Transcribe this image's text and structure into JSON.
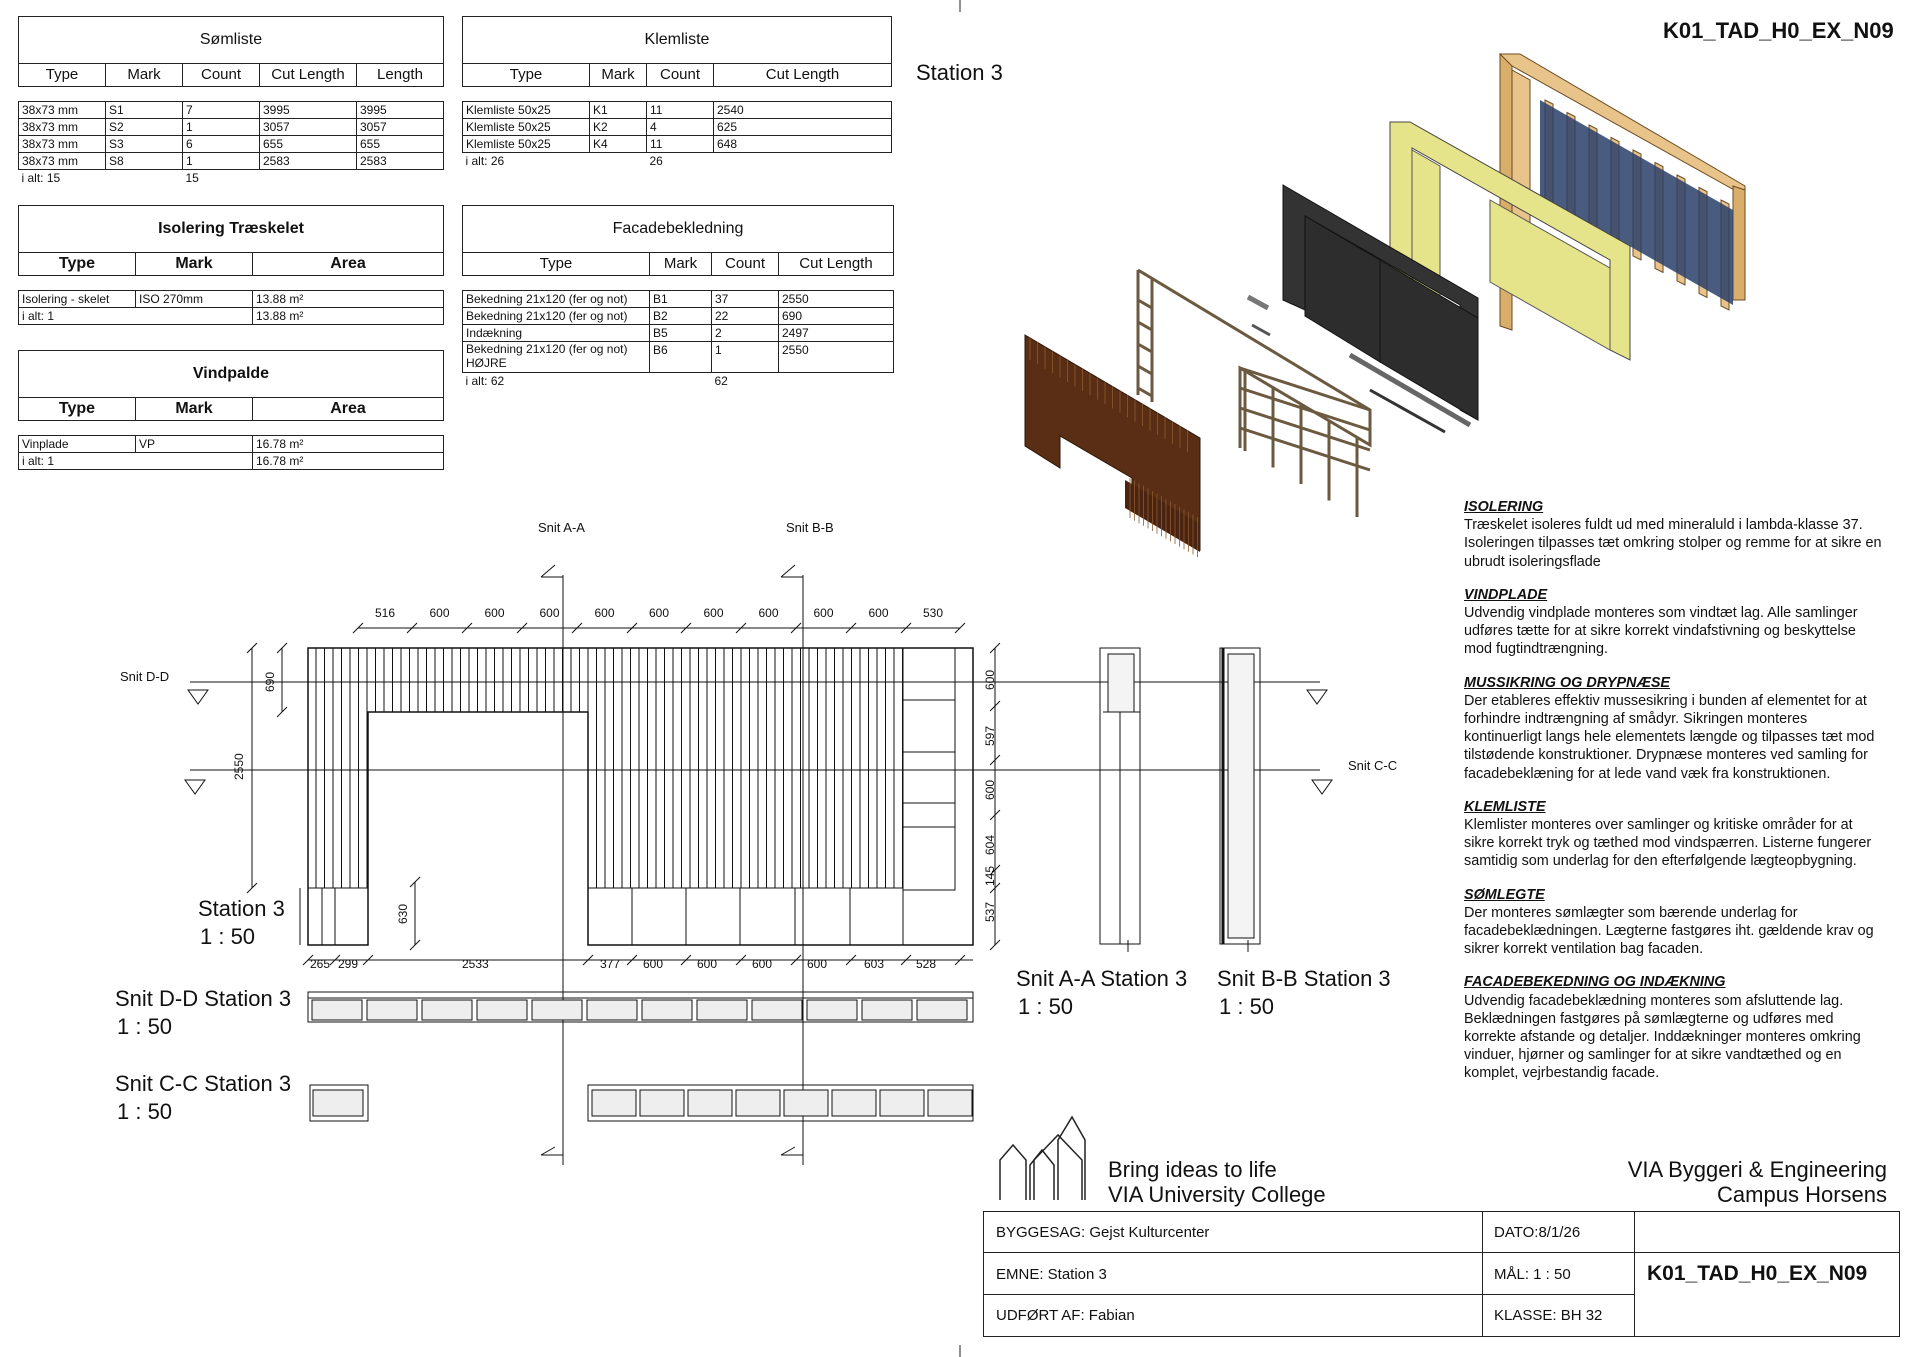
{
  "sheet": {
    "code_top": "K01_TAD_H0_EX_N09",
    "station_label": "Station 3"
  },
  "schedules": {
    "somliste": {
      "title": "Sømliste",
      "headers": [
        "Type",
        "Mark",
        "Count",
        "Cut Length",
        "Length"
      ],
      "rows": [
        [
          "38x73 mm",
          "S1",
          "7",
          "3995",
          "3995"
        ],
        [
          "38x73 mm",
          "S2",
          "1",
          "3057",
          "3057"
        ],
        [
          "38x73 mm",
          "S3",
          "6",
          "655",
          "655"
        ],
        [
          "38x73 mm",
          "S8",
          "1",
          "2583",
          "2583"
        ]
      ],
      "total_label": "i alt: 15",
      "total_count": "15"
    },
    "klemliste": {
      "title": "Klemliste",
      "headers": [
        "Type",
        "Mark",
        "Count",
        "Cut Length"
      ],
      "rows": [
        [
          "Klemliste 50x25",
          "K1",
          "11",
          "2540"
        ],
        [
          "Klemliste 50x25",
          "K2",
          "4",
          "625"
        ],
        [
          "Klemliste 50x25",
          "K4",
          "11",
          "648"
        ]
      ],
      "total_label": "i alt: 26",
      "total_count": "26"
    },
    "isolering": {
      "title": "Isolering Træskelet",
      "headers": [
        "Type",
        "Mark",
        "Area"
      ],
      "rows": [
        [
          "Isolering - skelet",
          "ISO 270mm",
          "13.88 m²"
        ]
      ],
      "total_label": "i alt: 1",
      "total_area": "13.88 m²"
    },
    "vindpalde": {
      "title": "Vindpalde",
      "headers": [
        "Type",
        "Mark",
        "Area"
      ],
      "rows": [
        [
          "Vinplade",
          "VP",
          "16.78 m²"
        ]
      ],
      "total_label": "i alt: 1",
      "total_area": "16.78 m²"
    },
    "facade": {
      "title": "Facadebekledning",
      "headers": [
        "Type",
        "Mark",
        "Count",
        "Cut Length"
      ],
      "rows": [
        [
          "Bekedning 21x120 (fer og not)",
          "B1",
          "37",
          "2550"
        ],
        [
          "Bekedning 21x120 (fer og not)",
          "B2",
          "22",
          "690"
        ],
        [
          "Indækning",
          "B5",
          "2",
          "2497"
        ],
        [
          "Bekedning 21x120 (fer og not)",
          "B6",
          "1",
          "2550"
        ]
      ],
      "row4_extra": "HØJRE",
      "total_label": "i alt: 62",
      "total_count": "62"
    }
  },
  "drawing": {
    "elevation_title": "Station 3",
    "elevation_scale": "1 : 50",
    "section_dd_title": "Snit D-D Station 3",
    "section_dd_scale": "1 : 50",
    "section_cc_title": "Snit C-C Station 3",
    "section_cc_scale": "1 : 50",
    "section_aa_title": "Snit A-A Station 3",
    "section_aa_scale": "1 : 50",
    "section_bb_title": "Snit B-B Station 3",
    "section_bb_scale": "1 : 50",
    "cut_aa": "Snit A-A",
    "cut_bb": "Snit B-B",
    "cut_dd": "Snit D-D",
    "cut_cc": "Snit C-C",
    "dims_top": [
      "516",
      "600",
      "600",
      "600",
      "600",
      "600",
      "600",
      "600",
      "600",
      "600",
      "530"
    ],
    "dims_bottom": [
      "265",
      "299",
      "2533",
      "377",
      "600",
      "600",
      "600",
      "600",
      "603",
      "528"
    ],
    "dims_right": [
      "600",
      "597",
      "600",
      "604",
      "145",
      "537"
    ],
    "dim_left_total": "2550",
    "dim_left_top": "690",
    "dim_opening": "630"
  },
  "notes": [
    {
      "heading": "ISOLERING",
      "text": "Træskelet isoleres fuldt ud med mineraluld i lambda-klasse 37. Isoleringen tilpasses tæt omkring stolper og remme for at sikre en ubrudt isoleringsflade"
    },
    {
      "heading": "VINDPLADE",
      "text": "Udvendig vindplade monteres som vindtæt lag. Alle samlinger udføres tætte for at sikre korrekt vindafstivning og beskyttelse mod fugtindtrængning."
    },
    {
      "heading": "MUSSIKRING OG DRYPNÆSE",
      "text": "Der etableres effektiv mussesikring i bunden af elementet for at forhindre indtrængning af smådyr. Sikringen monteres kontinuerligt langs hele elementets længde og tilpasses tæt mod tilstødende konstruktioner. Drypnæse monteres ved samling for facadebeklæning for at lede vand væk fra konstruktionen."
    },
    {
      "heading": "KLEMLISTE",
      "text": "Klemlister monteres over samlinger og kritiske områder for at sikre korrekt tryk og tæthed mod vindspærren. Listerne fungerer samtidig som underlag for den efterfølgende lægteopbygning."
    },
    {
      "heading": "SØMLEGTE",
      "text": "Der monteres sømlægter som bærende underlag for facadebeklædningen. Lægterne fastgøres iht. gældende krav og sikrer korrekt ventilation bag facaden."
    },
    {
      "heading": "FACADEBEKEDNING OG INDÆKNING",
      "text": "Udvendig facadebeklædning monteres som afsluttende lag. Beklædningen fastgøres på sømlægterne og udføres med korrekte afstande og detaljer. Inddækninger monteres omkring vinduer, hjørner og samlinger for at sikre vandtæthed og en komplet, vejrbestandig facade."
    }
  ],
  "branding": {
    "slogan": "Bring ideas to life",
    "school": "VIA University College",
    "dept": "VIA Byggeri & Engineering",
    "campus": "Campus Horsens"
  },
  "title_block": {
    "byggesag": "BYGGESAG: Gejst Kulturcenter",
    "emne": "EMNE: Station 3",
    "udfort": "UDFØRT AF: Fabian",
    "dato": "DATO:8/1/26",
    "mal": "MÅL:  1 : 50",
    "klasse": "KLASSE: BH 32",
    "code": "K01_TAD_H0_EX_N09"
  },
  "colors": {
    "ink": "#111111",
    "wood_light": "#e8c48a",
    "insulation": "#e6e48a",
    "wind_panel": "#333333",
    "cladding": "#5a2e14",
    "blue_board": "#2a3e6a"
  }
}
